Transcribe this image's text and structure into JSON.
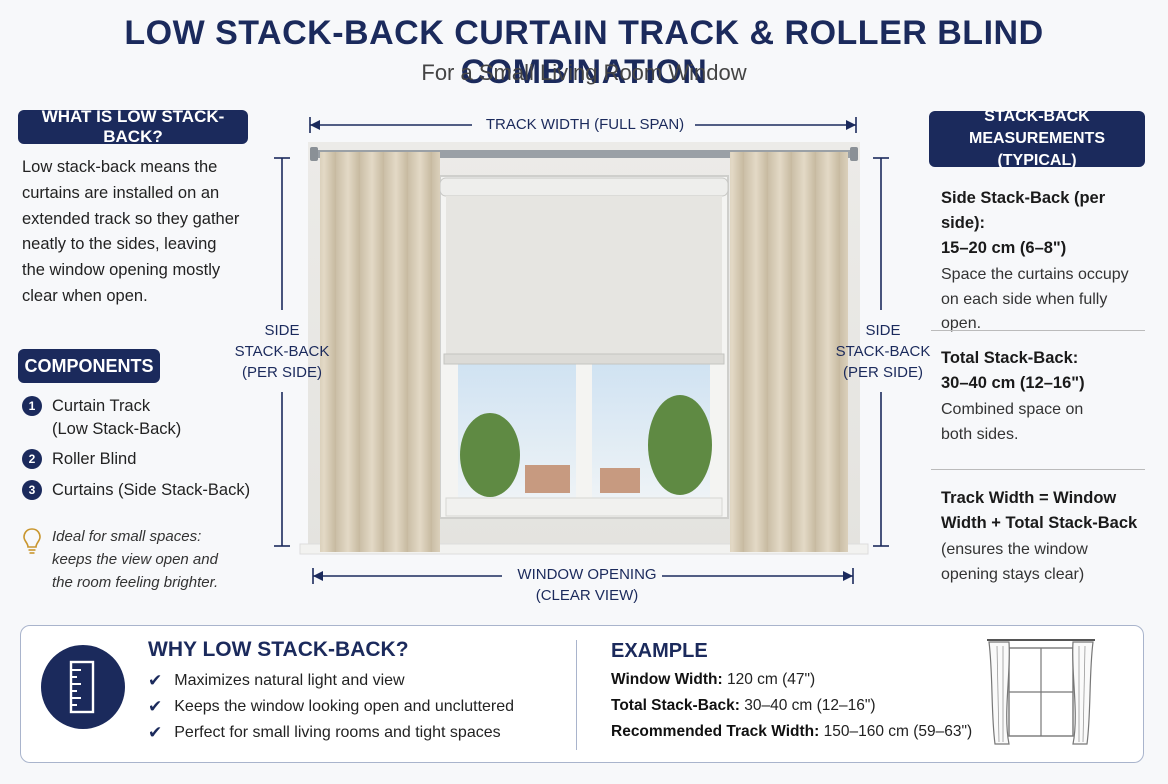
{
  "title": "LOW STACK-BACK CURTAIN TRACK & ROLLER BLIND COMBINATION",
  "subtitle": "For a Small Living Room Window",
  "left": {
    "what_heading": "WHAT IS LOW STACK-BACK?",
    "what_lines": [
      "Low stack-back means the",
      "curtains are installed on an",
      "extended track so they gather",
      "neatly to the sides, leaving",
      "the window opening mostly",
      "clear when open."
    ],
    "components_heading": "COMPONENTS",
    "components": [
      {
        "num": "1",
        "line1": "Curtain Track",
        "line2": "(Low Stack-Back)"
      },
      {
        "num": "2",
        "line1": "Roller Blind",
        "line2": ""
      },
      {
        "num": "3",
        "line1": "Curtains (Side Stack-Back)",
        "line2": ""
      }
    ],
    "tip_lines": [
      "Ideal for small spaces:",
      "keeps the view open and",
      "the room feeling brighter."
    ],
    "tip_icon": "lightbulb-icon"
  },
  "diagram": {
    "track_width_label": "TRACK WIDTH (FULL SPAN)",
    "side_label_left": [
      "SIDE",
      "STACK-BACK",
      "(PER SIDE)"
    ],
    "side_label_right": [
      "SIDE",
      "STACK-BACK",
      "(PER SIDE)"
    ],
    "window_opening_label": [
      "WINDOW OPENING",
      "(CLEAR VIEW)"
    ]
  },
  "right": {
    "heading_lines": [
      "STACK-BACK",
      "MEASUREMENTS (TYPICAL)"
    ],
    "side": {
      "h1": "Side Stack-Back (per side):",
      "h2": "15–20 cm (6–8\")",
      "d": [
        "Space the curtains occupy",
        "on each side when fully",
        "open."
      ]
    },
    "total": {
      "h1": "Total Stack-Back:",
      "h2": "30–40 cm (12–16\")",
      "d": [
        "Combined space on",
        "both sides."
      ]
    },
    "track": {
      "h1": "Track Width = Window",
      "h2": "Width + Total Stack-Back",
      "d": [
        "(ensures the window",
        "opening stays clear)"
      ]
    }
  },
  "bottom": {
    "why_heading": "WHY LOW STACK-BACK?",
    "why_items": [
      "Maximizes natural light and view",
      "Keeps the window looking open and uncluttered",
      "Perfect for small living rooms and tight spaces"
    ],
    "example_heading": "EXAMPLE",
    "example_rows": [
      {
        "label": "Window Width:",
        "value": "120 cm (47\")"
      },
      {
        "label": "Total Stack-Back:",
        "value": "30–40 cm (12–16\")"
      },
      {
        "label": "Recommended Track Width:",
        "value": "150–160 cm (59–63\")"
      }
    ],
    "ruler_icon": "ruler-icon",
    "mini_window_icon": "curtain-window-icon"
  },
  "colors": {
    "navy": "#1b2a5c",
    "fabric": "#d8ccb6",
    "blind": "#e6e5e1"
  }
}
